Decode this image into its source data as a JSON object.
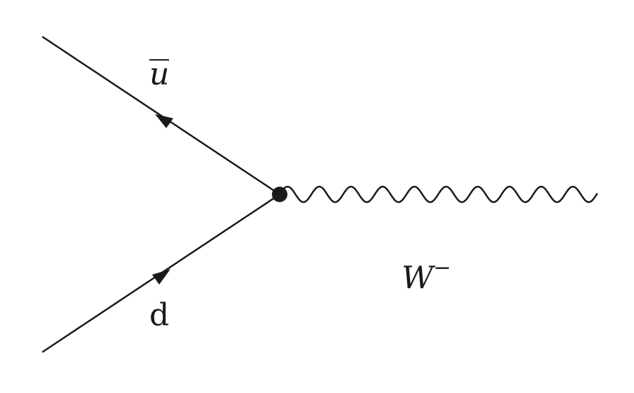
{
  "diagram": {
    "type": "feynman",
    "particles": {
      "antiquark": {
        "symbol": "u",
        "bar": true,
        "arrow": "incoming-antiparticle"
      },
      "quark": {
        "symbol": "d",
        "arrow": "incoming"
      },
      "boson": {
        "symbol": "W",
        "superscript": "−",
        "line": "wavy"
      }
    },
    "vertex": "dot",
    "colors": {
      "stroke": "#1a1a1a",
      "background": "#ffffff"
    }
  }
}
